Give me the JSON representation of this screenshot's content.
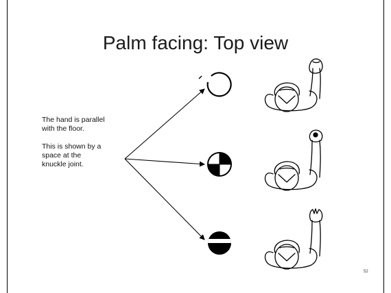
{
  "slide": {
    "title": "Palm facing: Top view",
    "body_paragraphs": [
      "The hand is parallel with the floor.",
      "This is shown by a space at the knuckle joint."
    ],
    "page_number": "52"
  },
  "symbols": [
    {
      "name": "open-circle-symbol",
      "style": "open circle with gap at top-left"
    },
    {
      "name": "quarter-filled-circle-symbol",
      "style": "circle with lower-left and upper-right quadrants filled"
    },
    {
      "name": "filled-circle-symbol",
      "style": "solid circle with horizontal white band"
    }
  ],
  "figures": [
    {
      "name": "figure-top-view-arm-raised-fist"
    },
    {
      "name": "figure-top-view-arm-raised-side"
    },
    {
      "name": "figure-top-view-arm-raised-palm"
    }
  ],
  "colors": {
    "background": "#ffffff",
    "ink": "#000000",
    "text": "#111111"
  }
}
